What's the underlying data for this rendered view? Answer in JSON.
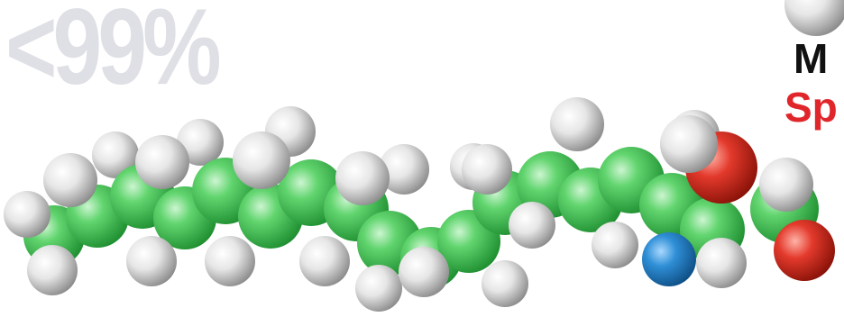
{
  "purity_text": "<99%",
  "heading_line1": "M",
  "heading_line2": "Sp",
  "colors": {
    "purity_text": "#dfe0e6",
    "heading_line1": "#111111",
    "heading_line2": "#e0262a",
    "carbon": "#3fbf4f",
    "hydrogen": "#d9d9d9",
    "oxygen": "#d42a1e",
    "nitrogen": "#2a7fc4"
  },
  "molecule_model": "space-filling-lipid-molecule"
}
